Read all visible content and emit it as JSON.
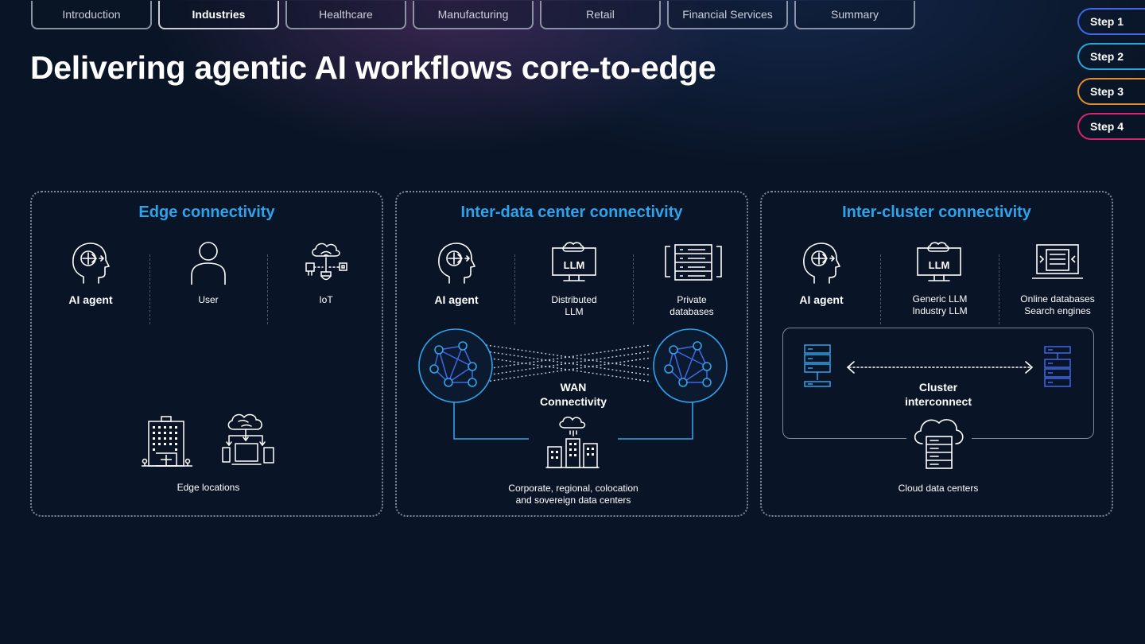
{
  "nav": {
    "tabs": [
      {
        "label": "Introduction"
      },
      {
        "label": "Industries"
      },
      {
        "label": "Healthcare"
      },
      {
        "label": "Manufacturing"
      },
      {
        "label": "Retail"
      },
      {
        "label": "Financial Services"
      },
      {
        "label": "Summary"
      }
    ],
    "active_tab": "Industries"
  },
  "page": {
    "title": "Delivering agentic AI workflows core-to-edge"
  },
  "steps": [
    {
      "label": "Step 1",
      "color": "#3f67e8"
    },
    {
      "label": "Step 2",
      "color": "#27a7d8"
    },
    {
      "label": "Step 3",
      "color": "#e28e2b"
    },
    {
      "label": "Step 4",
      "color": "#d8246e"
    }
  ],
  "colors": {
    "accent": "#2ea3ec",
    "background": "#091526",
    "node_blue": "#3f67e8"
  },
  "panels": [
    {
      "title": "Edge connectivity",
      "items": [
        {
          "label": "AI agent",
          "icon": "ai-agent-head-icon"
        },
        {
          "label": "User",
          "icon": "user-icon"
        },
        {
          "label": "IoT",
          "icon": "iot-icon"
        }
      ],
      "bottom_label": "Edge locations",
      "bottom_icons": [
        "office-building-icon",
        "cloud-network-devices-icon"
      ]
    },
    {
      "title": "Inter-data center connectivity",
      "items": [
        {
          "label": "AI agent",
          "icon": "ai-agent-head-icon"
        },
        {
          "label": "Distributed\nLLM",
          "icon": "llm-monitor-icon"
        },
        {
          "label": "Private\ndatabases",
          "icon": "database-server-icon"
        }
      ],
      "center_label": "WAN\nConnectivity",
      "llm_badge": "LLM",
      "bottom_label": "Corporate, regional, colocation\nand sovereign data centers",
      "bottom_icons": [
        "network-node-icon",
        "network-node-icon",
        "cloud-buildings-icon"
      ]
    },
    {
      "title": "Inter-cluster connectivity",
      "items": [
        {
          "label": "AI agent",
          "icon": "ai-agent-head-icon"
        },
        {
          "label": "Generic LLM\nIndustry LLM",
          "icon": "llm-monitor-icon"
        },
        {
          "label": "Online databases\nSearch engines",
          "icon": "search-engine-monitor-icon"
        }
      ],
      "center_label": "Cluster\ninterconnect",
      "llm_badge": "LLM",
      "bottom_label": "Cloud data centers",
      "bottom_icons": [
        "server-rack-icon",
        "server-rack-icon",
        "cloud-server-icon"
      ]
    }
  ]
}
